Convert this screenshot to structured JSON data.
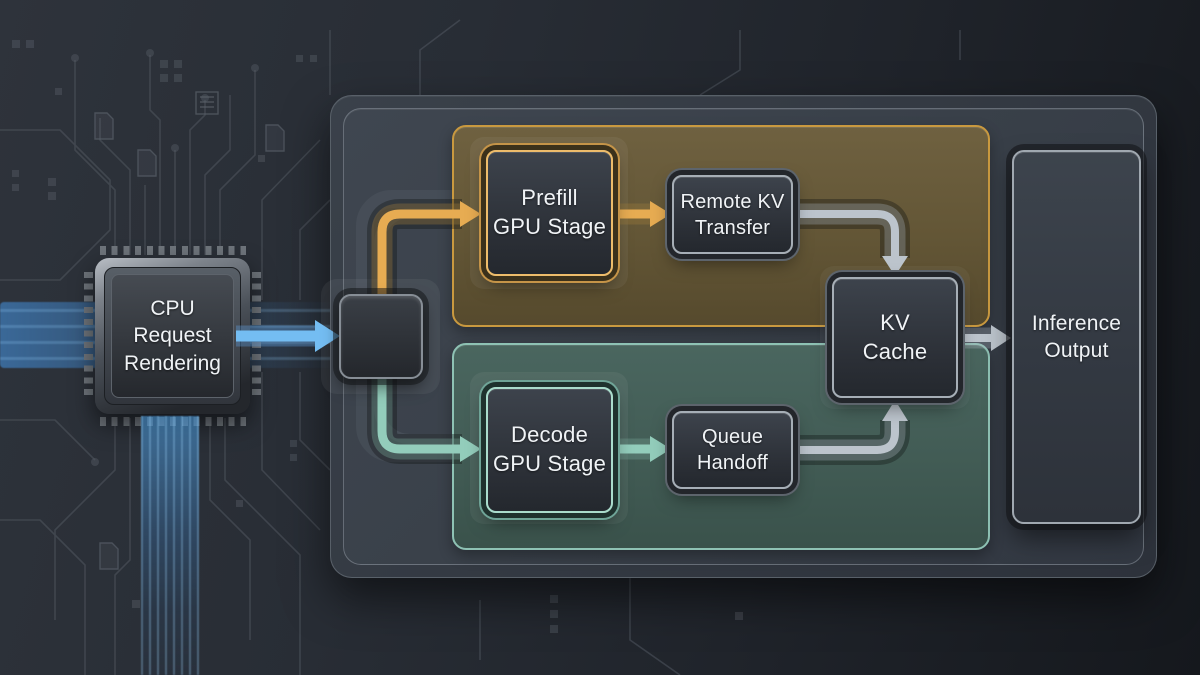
{
  "diagram_title": "",
  "nodes": {
    "cpu": {
      "label": "CPU\nRequest\nRendering"
    },
    "prefill": {
      "label": "Prefill\nGPU Stage"
    },
    "remote_kv": {
      "label": "Remote KV\nTransfer"
    },
    "decode": {
      "label": "Decode\nGPU Stage"
    },
    "queue": {
      "label": "Queue\nHandoff"
    },
    "kv_cache": {
      "label": "KV\nCache"
    },
    "inference": {
      "label": "Inference\nOutput"
    }
  },
  "edges": [
    {
      "from": "cpu",
      "to": "router",
      "color": "blue"
    },
    {
      "from": "router",
      "to": "prefill",
      "color": "orange"
    },
    {
      "from": "prefill",
      "to": "remote_kv",
      "color": "orange"
    },
    {
      "from": "remote_kv",
      "to": "kv_cache",
      "color": "gray"
    },
    {
      "from": "router",
      "to": "decode",
      "color": "teal"
    },
    {
      "from": "decode",
      "to": "queue",
      "color": "teal"
    },
    {
      "from": "queue",
      "to": "kv_cache",
      "color": "gray"
    },
    {
      "from": "kv_cache",
      "to": "inference",
      "color": "gray"
    }
  ],
  "colors": {
    "accent_orange": "#e7ac52",
    "accent_teal": "#93cdbb",
    "accent_blue": "#74bdf2",
    "accent_gray": "#bcc4cc",
    "zone_prefill_border": "#c9993f",
    "zone_decode_border": "#8ec2b4",
    "zone_prefill_fill": "#635636",
    "zone_decode_fill": "#425c55"
  }
}
